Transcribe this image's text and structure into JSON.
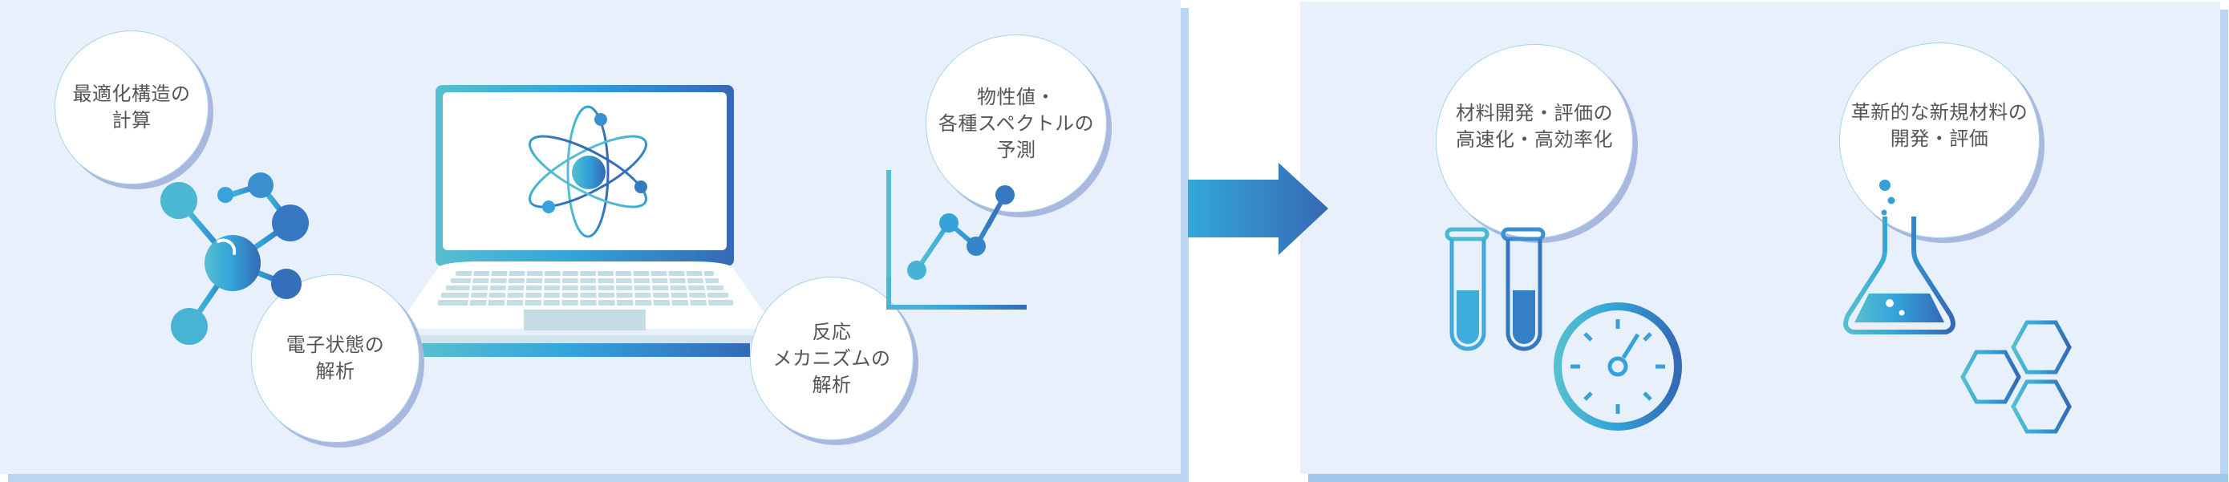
{
  "left_panel": {
    "bubbles": [
      {
        "id": "optimized-structure",
        "text": "最適化構造の\n計算"
      },
      {
        "id": "electronic-state",
        "text": "電子状態の\n解析"
      },
      {
        "id": "reaction-mechanism",
        "text": "反応\nメカニズムの\n解析"
      },
      {
        "id": "property-prediction",
        "text": "物性値・\n各種スペクトルの\n予測"
      }
    ],
    "icons": [
      "molecule-icon",
      "laptop-atom-icon",
      "line-chart-icon"
    ]
  },
  "arrow": {
    "direction": "right"
  },
  "right_panel": {
    "bubbles": [
      {
        "id": "faster-development",
        "text": "材料開発・評価の\n高速化・高効率化"
      },
      {
        "id": "innovative-materials",
        "text": "革新的な新規材料の\n開発・評価"
      }
    ],
    "icons": [
      "test-tubes-icon",
      "clock-icon",
      "flask-icon",
      "hexagon-icon"
    ]
  },
  "colors": {
    "panel_bg": "#e8f1fb",
    "panel_shadow": "#b9d5ef",
    "gradient_start": "#56bfd0",
    "gradient_mid": "#33a5da",
    "gradient_end": "#3469b5",
    "text": "#555555",
    "bubble_shadow": "#a9b8de"
  }
}
